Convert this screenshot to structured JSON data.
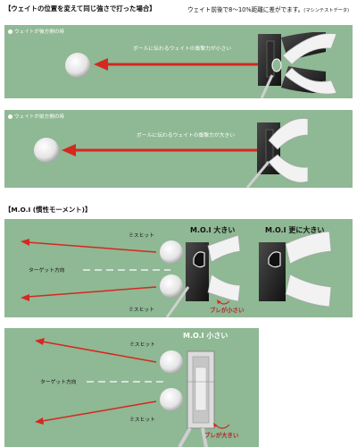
{
  "section1": {
    "title": "【ウェイトの位置を変えて同じ強さで打った場合】",
    "note": "ウェイト前後で8〜10%距離に差がでます。",
    "note_small": "(マシンテストデータ)"
  },
  "panel_rear": {
    "tag": "ウェイトが後方側の時",
    "caption": "ボールに伝わるウェイトの衝撃力が小さい"
  },
  "panel_front": {
    "tag": "ウェイトが前方側の時",
    "caption": "ボールに伝わるウェイトの衝撃力が大きい"
  },
  "section2": {
    "title": "【M.O.I (慣性モーメント)】"
  },
  "panel_moi_high": {
    "mishit_top": "ミスヒット",
    "target": "ターゲット方向",
    "mishit_bottom": "ミスヒット",
    "label_big": "M.O.I 大きい",
    "label_bigger": "M.O.I 更に大きい",
    "blur": "ブレが小さい"
  },
  "panel_moi_low": {
    "mishit_top": "ミスヒット",
    "label_small": "M.O.I 小さい",
    "target": "ターゲット方向",
    "mishit_bottom": "ミスヒット",
    "blur": "ブレが大きい"
  },
  "colors": {
    "panel": "#8fb894",
    "arrow": "#d42820",
    "text_red": "#b4232a"
  }
}
